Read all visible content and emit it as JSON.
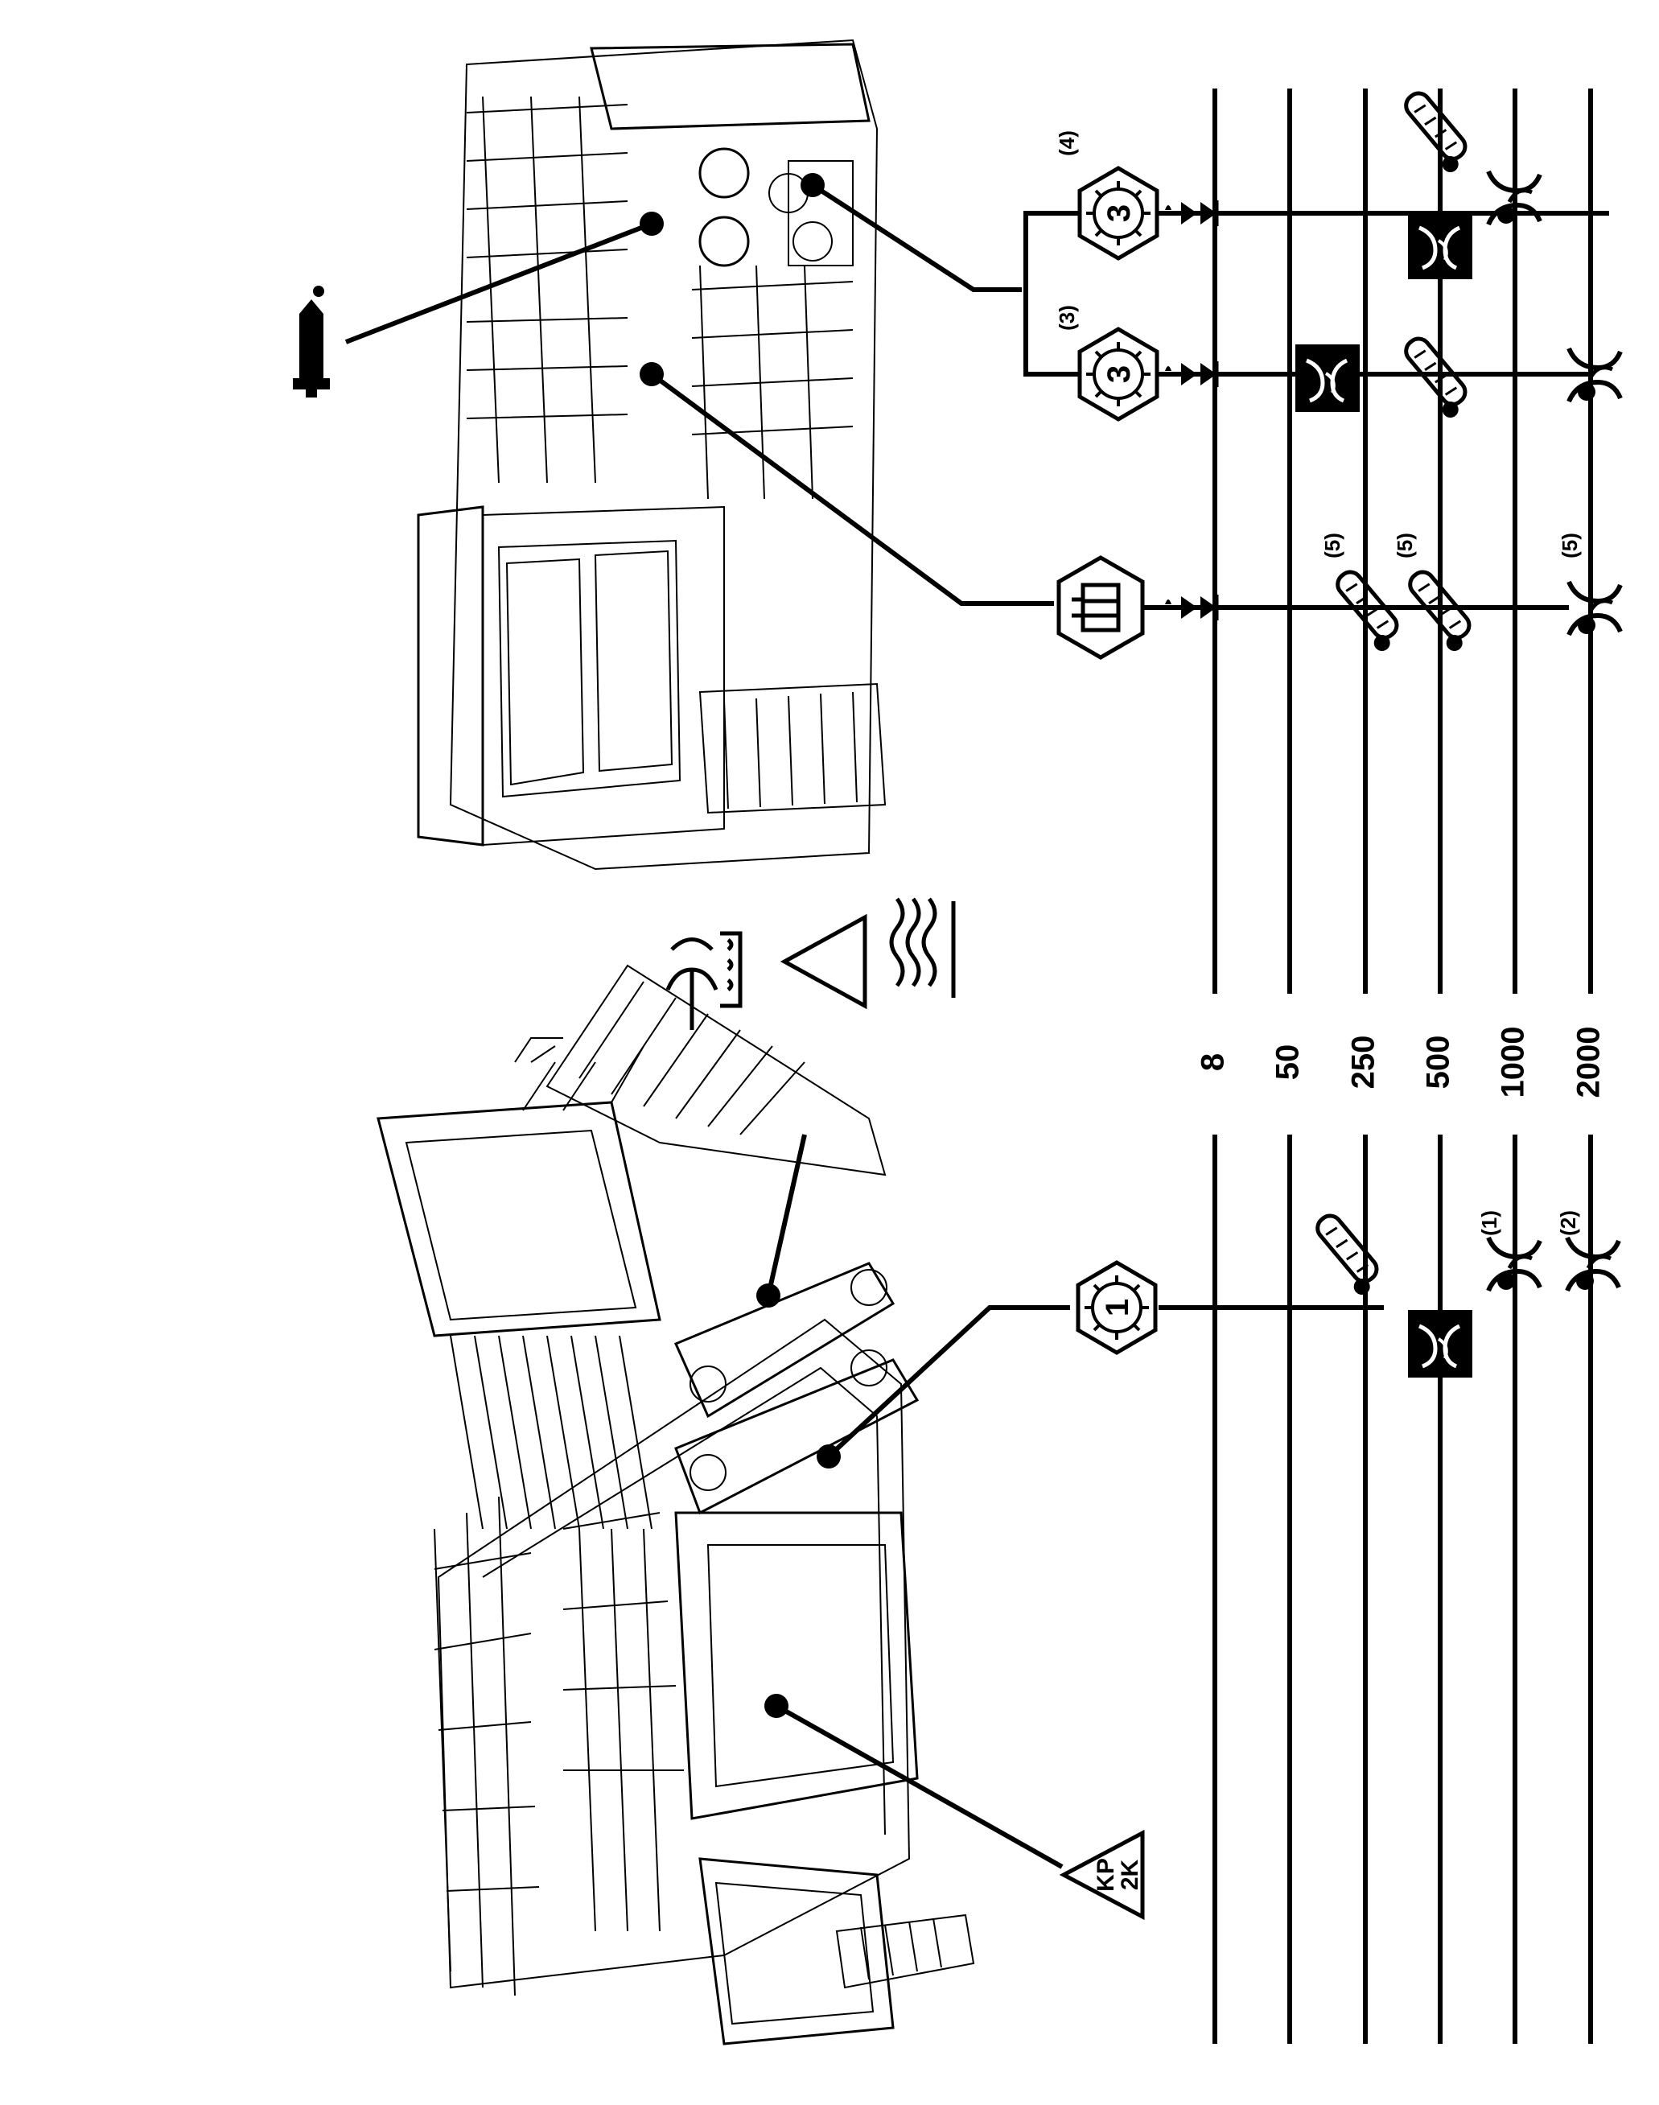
{
  "title": "",
  "intervals": {
    "h8": "8",
    "h50": "50",
    "h250": "250",
    "h500": "500",
    "h1000": "1000",
    "h2000": "2000"
  },
  "lubricant_label": {
    "line1": "KP",
    "line2": "2K"
  },
  "gear_labels": {
    "left": "1",
    "right_a": "3",
    "right_b": "3"
  },
  "footnotes": {
    "n1": "(1)",
    "n2": "(2)",
    "n3": "(3)",
    "n4": "(4)",
    "n5a": "(5)",
    "n5b": "(5)",
    "n5c": "(5)"
  },
  "icons": {
    "grease-gun": "grease-gun-icon",
    "kp2k": "lubricant-kp2k-triangle-icon",
    "gear": "gearbox-oil-hexagon-icon",
    "hydraulic": "hydraulic-tank-hexagon-icon",
    "sample": "oil-sample-icon",
    "dipstick": "dipstick-check-icon",
    "drain": "drain-change-icon",
    "level": "level-check-icon",
    "heat": "heat-waves-icon",
    "warning": "warning-triangle-icon",
    "temperature": "temperature-bath-icon"
  }
}
